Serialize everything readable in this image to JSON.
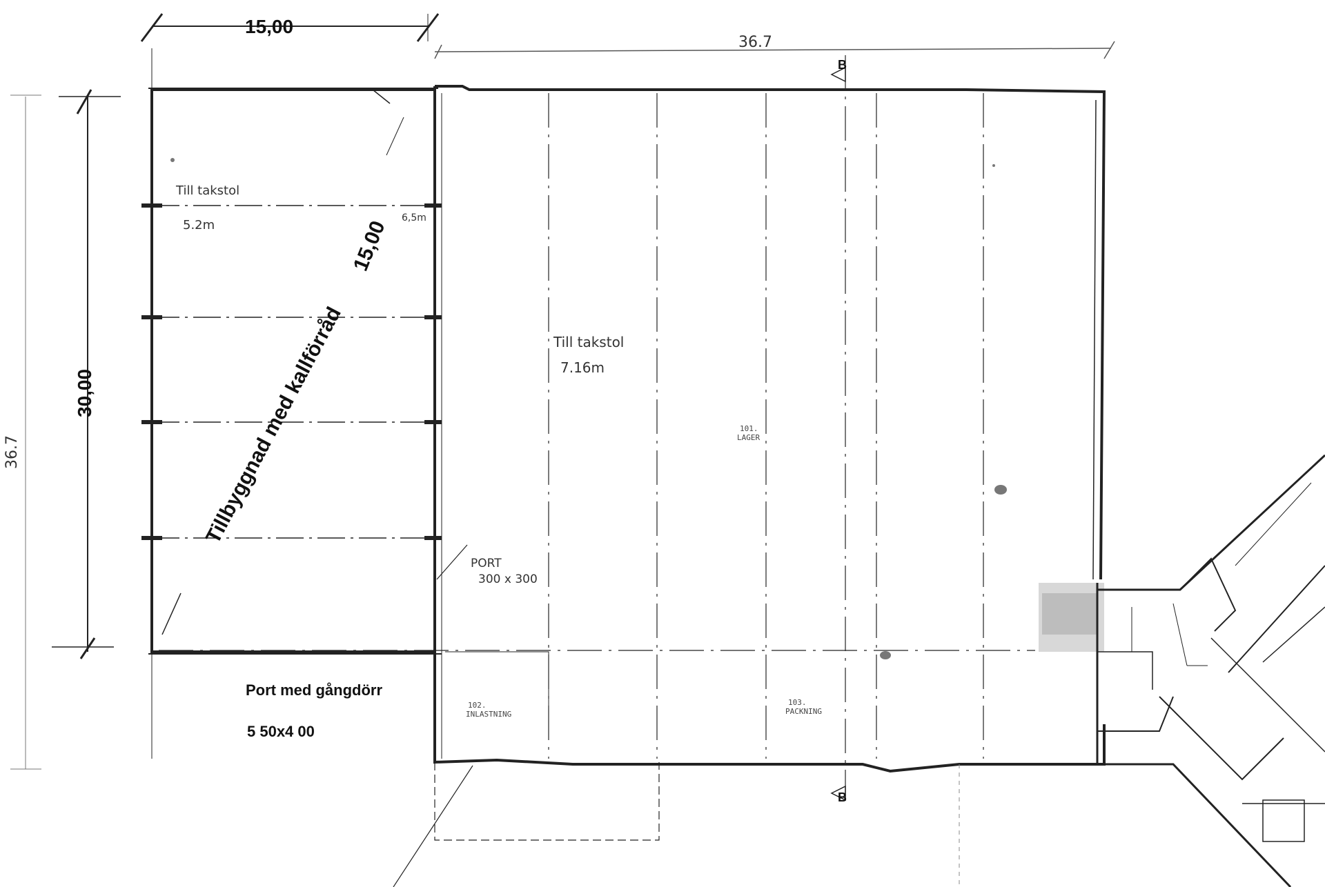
{
  "dimensions": {
    "top_addition": "15,00",
    "top_total": "36.7",
    "left_addition": "30,00",
    "left_total": "36.7",
    "diagonal": "15,00",
    "small_height": "6,5m"
  },
  "addition": {
    "title": "Tillbyggnad med kallförråd",
    "ceiling_label": "Till takstol",
    "ceiling_height": "5.2m",
    "door_label": "Port med gångdörr",
    "door_size": "5 50x4 00"
  },
  "warehouse": {
    "ceiling_label": "Till takstol",
    "ceiling_height": "7.16m",
    "port_label": "PORT",
    "port_size": "300 x 300",
    "rooms": [
      {
        "number": "101.",
        "name": "LAGER"
      },
      {
        "number": "102.",
        "name": "INLASTNING"
      },
      {
        "number": "103.",
        "name": "PACKNING"
      }
    ],
    "section_marks": [
      "B",
      "B"
    ]
  },
  "colors": {
    "ink": "#1a1a1a",
    "pencil": "#555555",
    "paper": "#ffffff"
  }
}
